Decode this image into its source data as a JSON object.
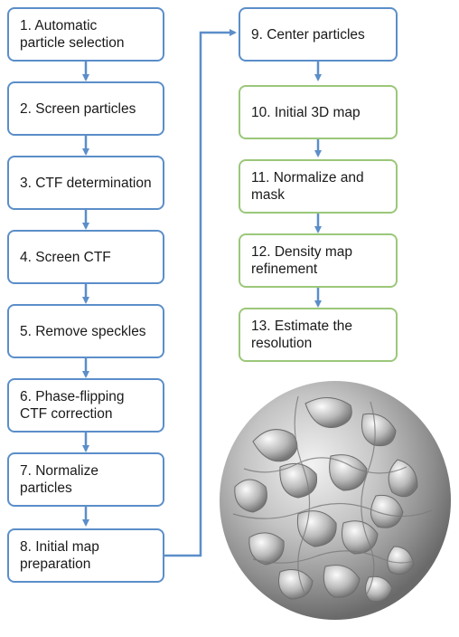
{
  "colors": {
    "process_border": "#5b8ec9",
    "refine_border": "#9bc77a",
    "arrow": "#5b8ec9",
    "map_surface": "#a8a8a8"
  },
  "steps": [
    {
      "label": "1. Automatic\nparticle selection",
      "group": "blue"
    },
    {
      "label": "2. Screen particles",
      "group": "blue"
    },
    {
      "label": "3. CTF determination",
      "group": "blue"
    },
    {
      "label": "4. Screen CTF",
      "group": "blue"
    },
    {
      "label": "5. Remove speckles",
      "group": "blue"
    },
    {
      "label": "6. Phase-flipping\nCTF correction",
      "group": "blue"
    },
    {
      "label": "7. Normalize particles",
      "group": "blue"
    },
    {
      "label": "8. Initial map\npreparation",
      "group": "blue"
    },
    {
      "label": "9. Center particles",
      "group": "blue"
    },
    {
      "label": "10. Initial 3D map",
      "group": "green"
    },
    {
      "label": "11. Normalize and\nmask",
      "group": "green"
    },
    {
      "label": "12. Density map\nrefinement",
      "group": "green"
    },
    {
      "label": "13. Estimate the\nresolution",
      "group": "green"
    }
  ],
  "density_map": {
    "icon": "density-map-render"
  }
}
